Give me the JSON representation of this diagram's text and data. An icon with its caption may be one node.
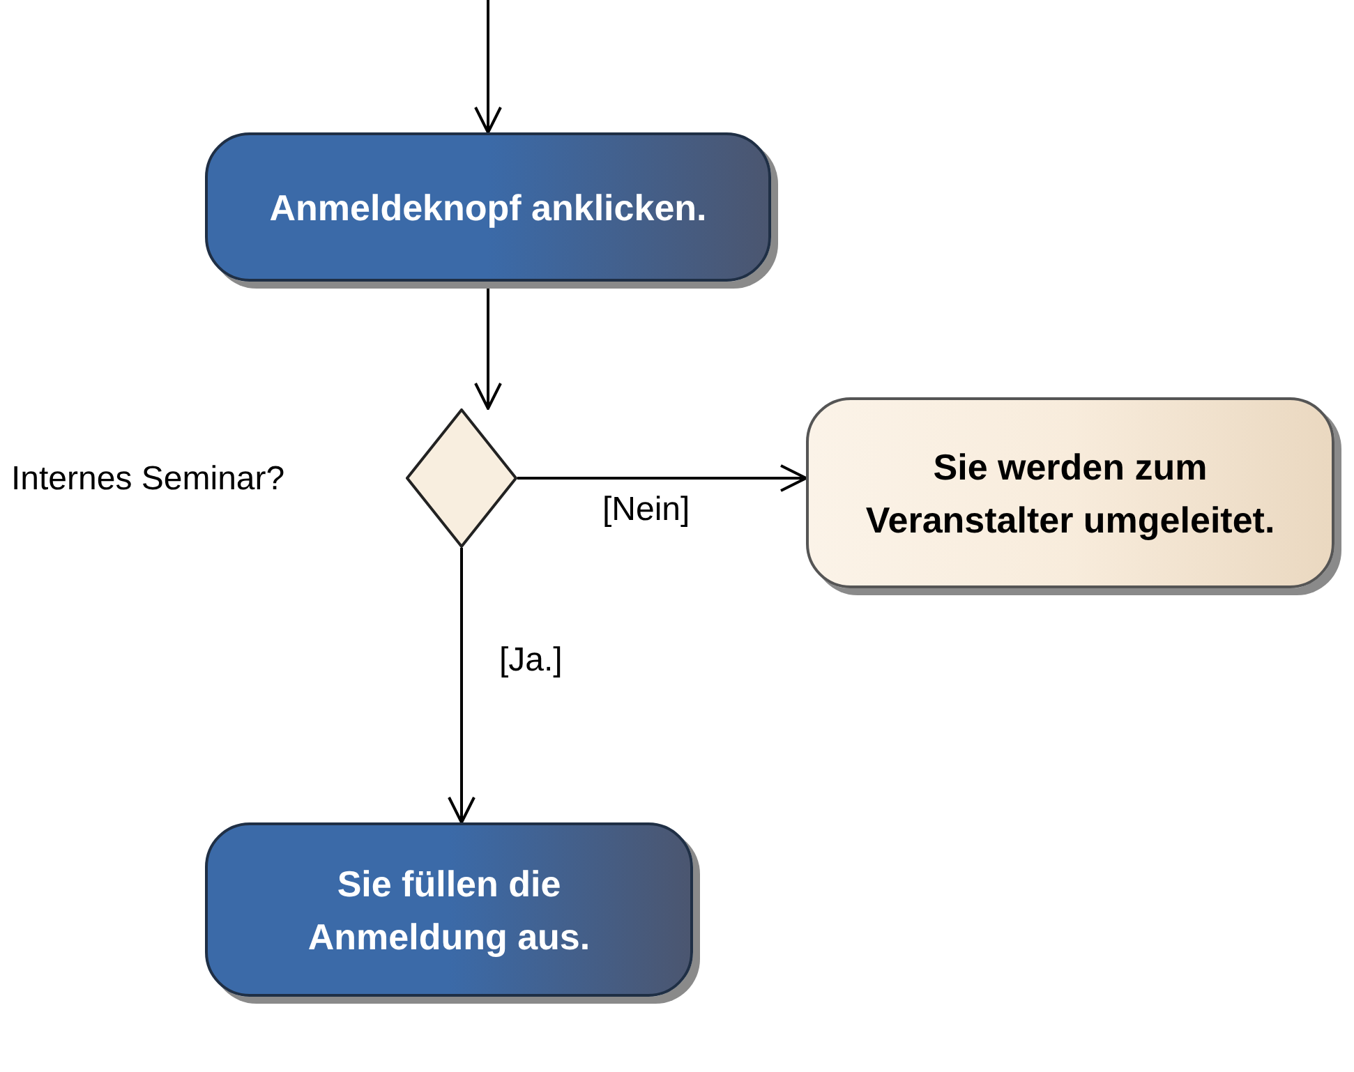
{
  "diagram": {
    "nodes": [
      {
        "text": [
          "Anmeldeknopf anklicken."
        ]
      },
      {
        "text": [],
        "shape": "diamond",
        "beside": [
          "Internes Seminar?"
        ]
      },
      {
        "text": [
          "Sie werden zum Veranstalter umgeleitet."
        ]
      },
      {
        "text": [
          "Sie füllen die Anmeldung aus."
        ]
      }
    ],
    "edges": [
      {
        "from": null,
        "to": 0,
        "arrow": "to"
      },
      {
        "from": 0,
        "to": 1,
        "arrow": "to"
      },
      {
        "from": 1,
        "to": 2,
        "arrow": "to",
        "label": "[Nein]"
      },
      {
        "from": 1,
        "to": 3,
        "arrow": "to",
        "label": "[Ja.]"
      }
    ]
  }
}
